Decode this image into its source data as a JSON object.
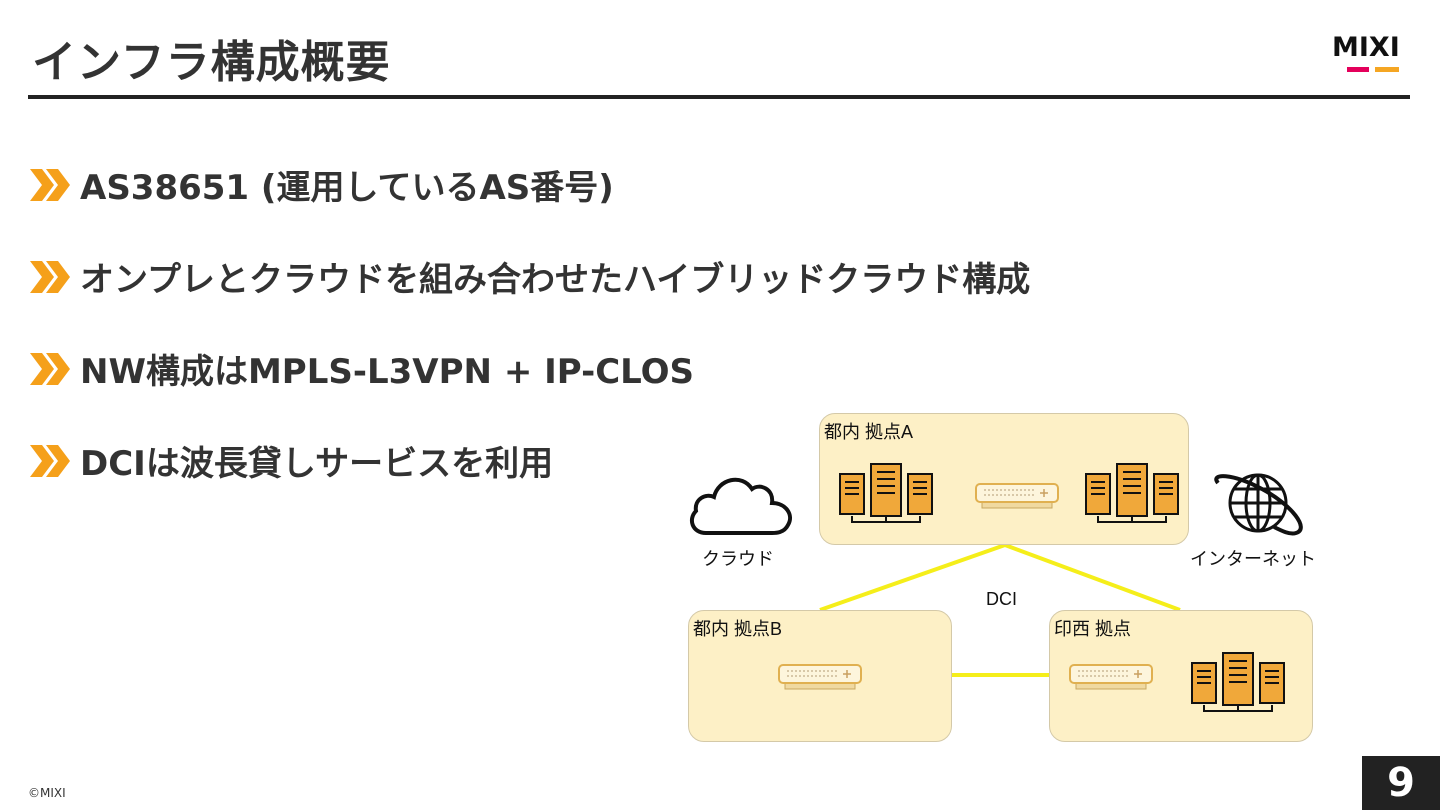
{
  "slide": {
    "title": "インフラ構成概要",
    "logo": {
      "text": "MIXI",
      "bar_colors": [
        "#e4005b",
        "#f5a623"
      ]
    },
    "bullets": [
      "AS38651 (運用しているAS番号)",
      "オンプレとクラウドを組み合わせたハイブリッドクラウド構成",
      "NW構成はMPLS-L3VPN + IP-CLOS",
      "DCIは波長貸しサービスを利用"
    ],
    "bullet_icon": "double-chevron-right-icon",
    "bullet_color": "#f5a01a",
    "copyright": "©MIXI",
    "page_number": "9"
  },
  "diagram": {
    "site_a": "都内 拠点A",
    "site_b": "都内 拠点B",
    "site_c": "印西 拠点",
    "cloud_label": "クラウド",
    "internet_label": "インターネット",
    "dci_label": "DCI",
    "icons": [
      "cloud-icon",
      "globe-icon",
      "server-rack-icon",
      "network-switch-icon"
    ],
    "colors": {
      "site_fill": "#fdf0c6",
      "server": "#f0a83a",
      "dci_line": "#f5ee1a"
    }
  }
}
